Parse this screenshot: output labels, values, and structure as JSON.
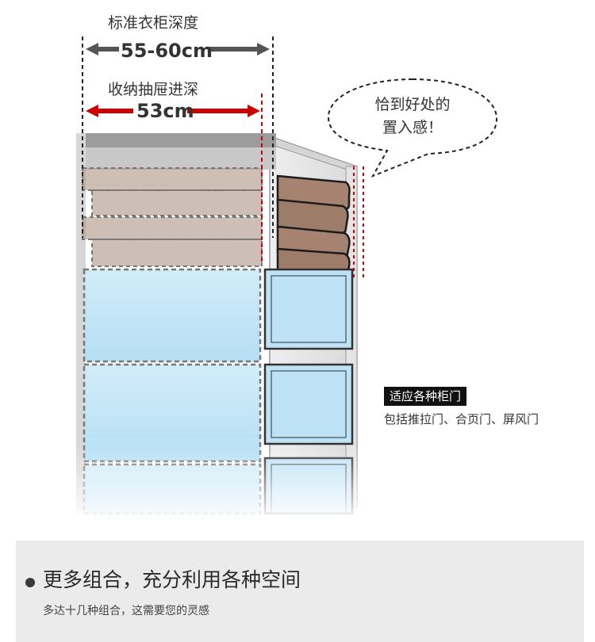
{
  "illustration": {
    "wardrobe_depth_label": "标准衣柜深度",
    "wardrobe_depth_value": "55-60cm",
    "drawer_depth_label": "收纳抽屉进深",
    "drawer_depth_value": "53cm",
    "bubble_line1": "恰到好处的",
    "bubble_line2": "置入感！",
    "tag_title": "适应各种柜门",
    "tag_subtitle": "包括推拉门、合页门、屏风门"
  },
  "feature": {
    "title": "更多组合，充分利用各种空间",
    "subtitle": "多达十几种组合，这需要您的灵感"
  },
  "colors": {
    "red_arrow": "#cc0000",
    "gray_arrow": "#555555",
    "drawer_blue": "#bfe3f6",
    "towel_brown": "#a08070"
  }
}
